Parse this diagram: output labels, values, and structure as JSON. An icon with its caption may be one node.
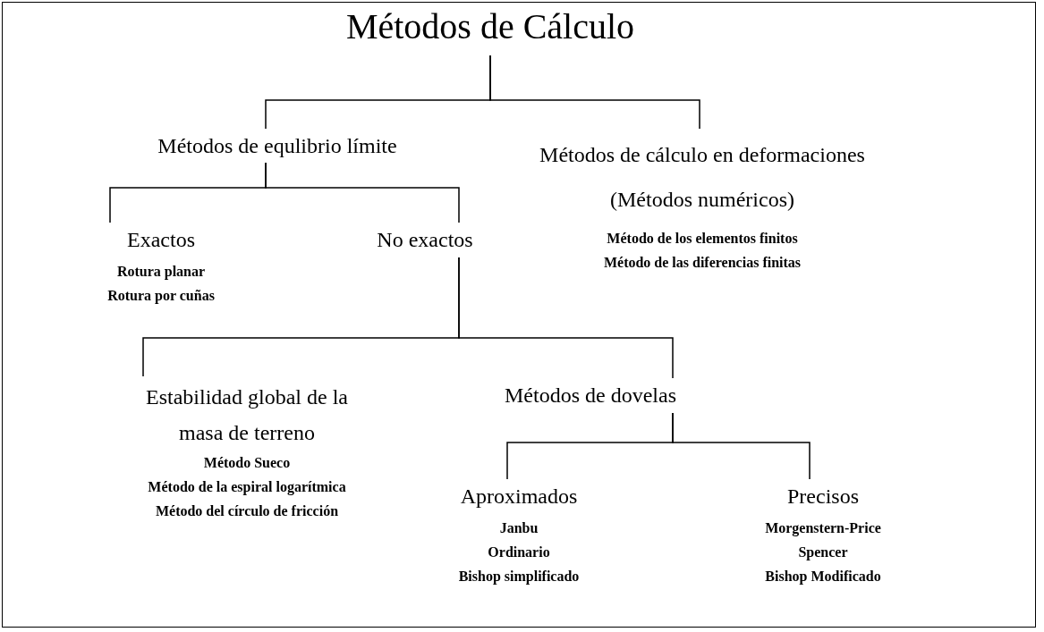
{
  "diagram": {
    "nodes": [
      {
        "text": [
          "Métodos de Cálculo"
        ]
      },
      {
        "text": [
          "Métodos de equlibrio límite"
        ]
      },
      {
        "text": [
          "Métodos de cálculo en deformaciones (Métodos numéricos)",
          "Método de los elementos finitos",
          "Método de las diferencias finitas"
        ]
      },
      {
        "text": [
          "Exactos",
          "Rotura planar",
          "Rotura por cuñas"
        ]
      },
      {
        "text": [
          "No exactos"
        ]
      },
      {
        "text": [
          "Estabilidad global de la masa de terreno",
          "Método Sueco",
          "Método de la espiral logarítmica",
          "Método del círculo de fricción"
        ]
      },
      {
        "text": [
          "Métodos de dovelas"
        ]
      },
      {
        "text": [
          "Aproximados",
          "Janbu",
          "Ordinario",
          "Bishop simplificado"
        ]
      },
      {
        "text": [
          "Precisos",
          "Morgenstern-Price",
          "Spencer",
          "Bishop Modificado"
        ]
      }
    ],
    "edges": [
      {
        "from": 0,
        "to": 1,
        "arrow": "none"
      },
      {
        "from": 0,
        "to": 2,
        "arrow": "none"
      },
      {
        "from": 1,
        "to": 3,
        "arrow": "none"
      },
      {
        "from": 1,
        "to": 4,
        "arrow": "none"
      },
      {
        "from": 4,
        "to": 5,
        "arrow": "none"
      },
      {
        "from": 4,
        "to": 6,
        "arrow": "none"
      },
      {
        "from": 6,
        "to": 7,
        "arrow": "none"
      },
      {
        "from": 6,
        "to": 8,
        "arrow": "none"
      }
    ]
  }
}
